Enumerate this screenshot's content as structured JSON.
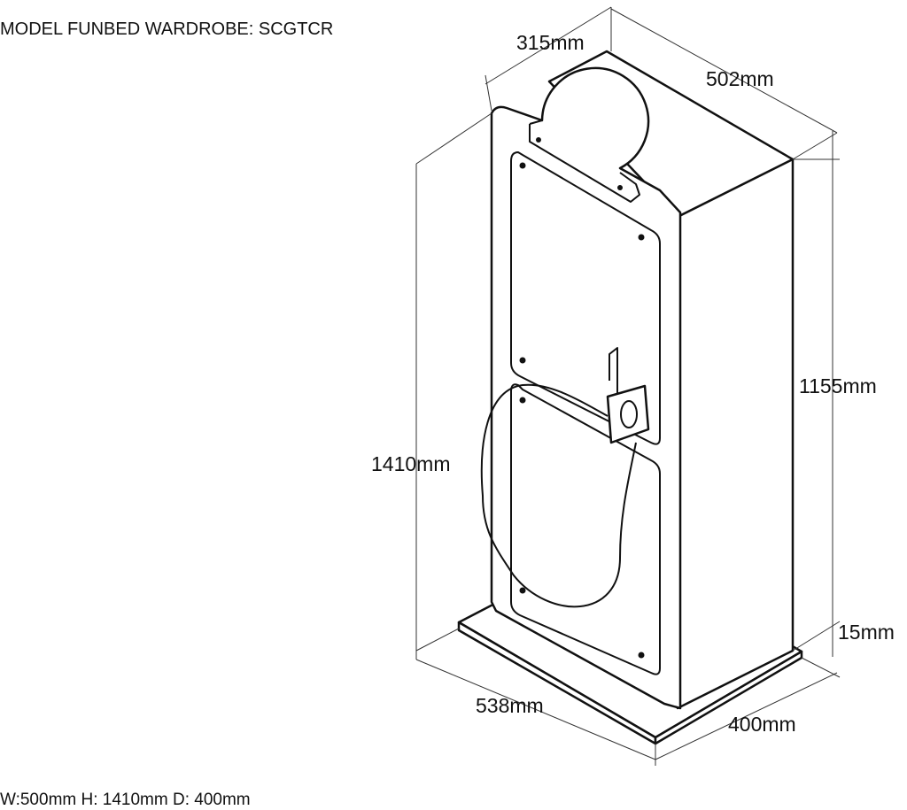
{
  "title": "MODEL FUNBED WARDROBE: SCGTCR",
  "footer": "W:500mm H: 1410mm D: 400mm",
  "dimensions": {
    "top_depth": "315mm",
    "top_width": "502mm",
    "cabinet_height": "1155mm",
    "total_height": "1410mm",
    "base_thickness": "15mm",
    "base_width": "538mm",
    "base_depth": "400mm"
  }
}
